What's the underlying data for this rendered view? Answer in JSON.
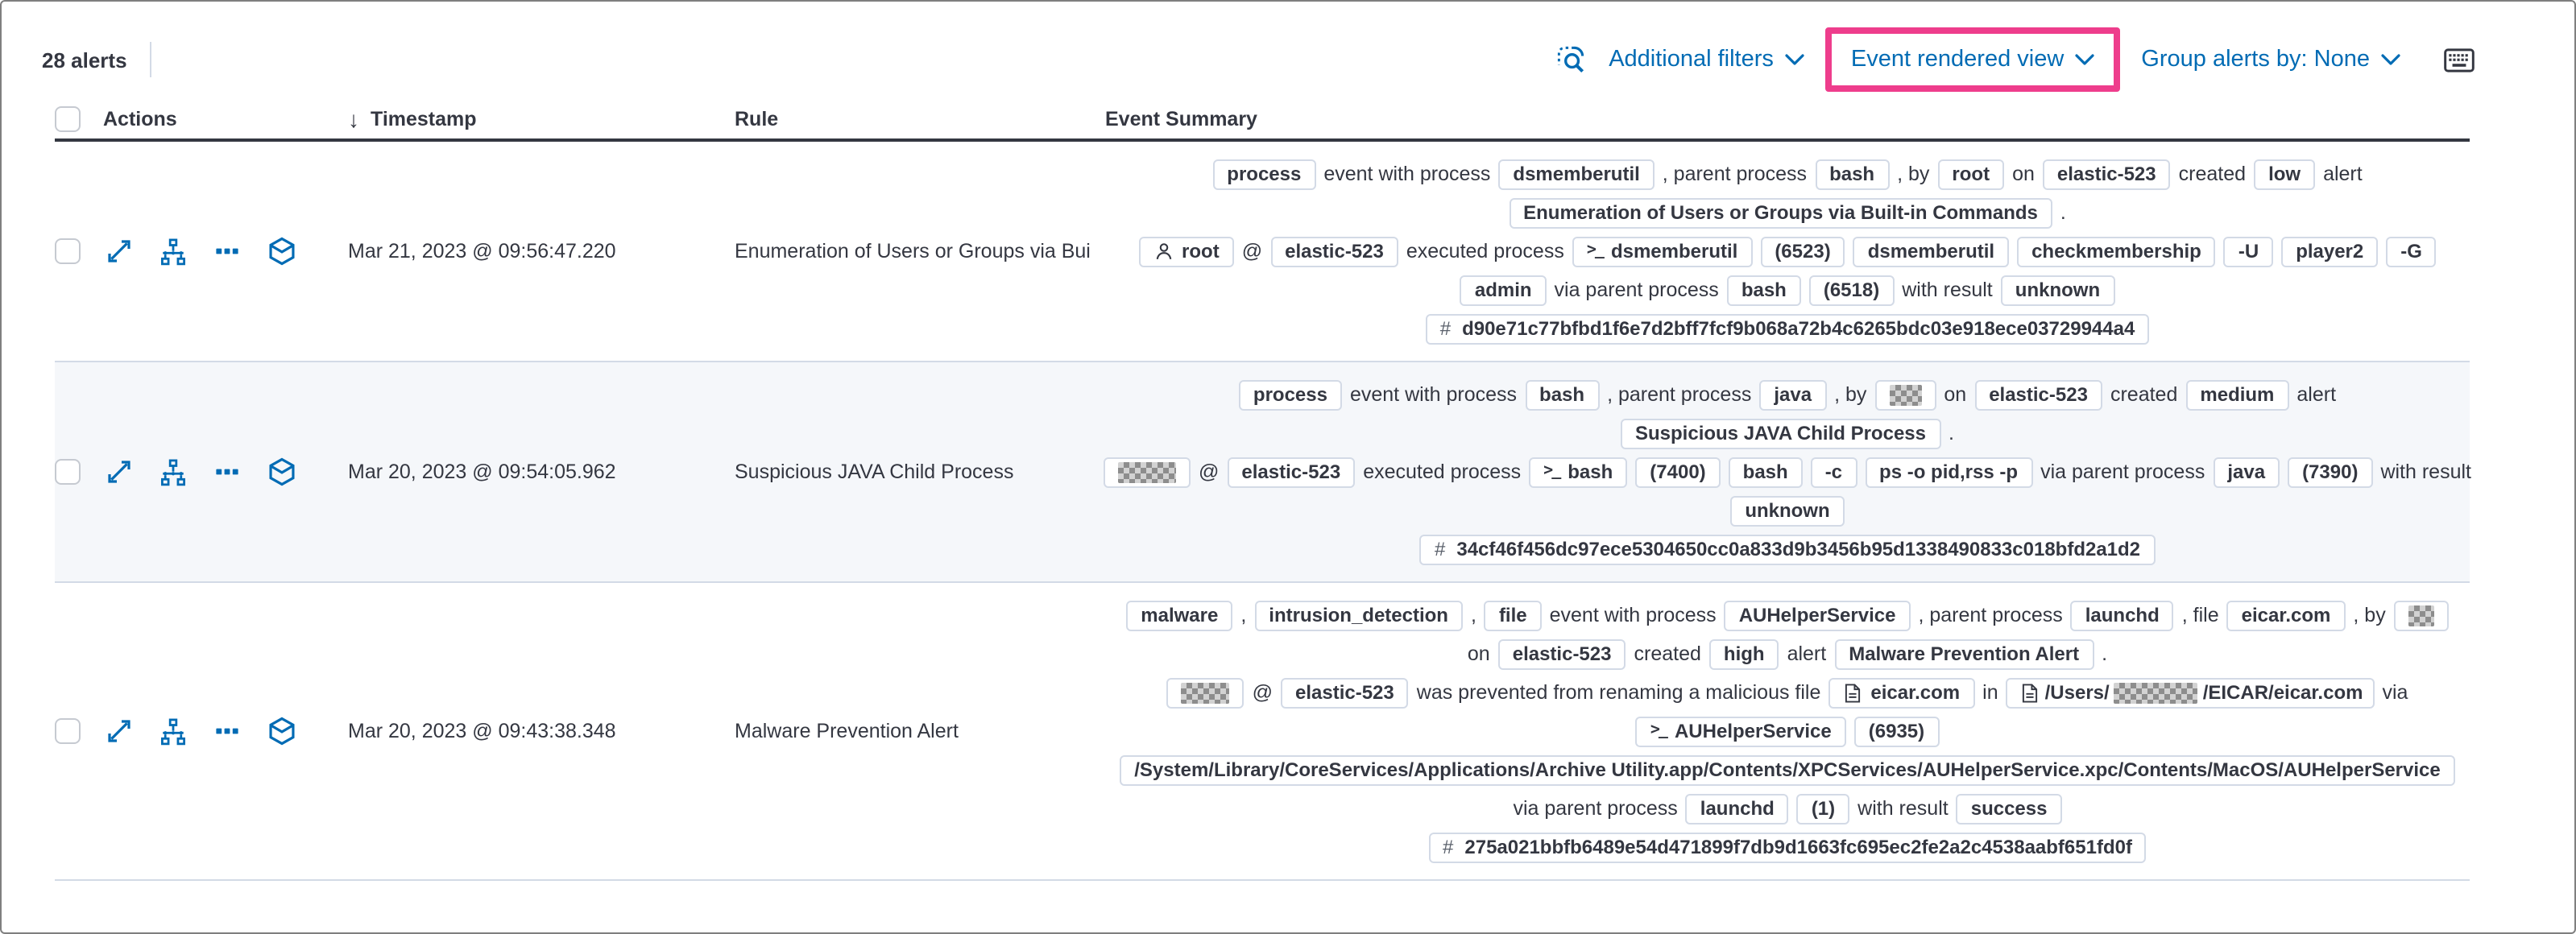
{
  "utility_bar": {
    "alert_count": "28 alerts",
    "inspect_icon": "inspect-icon",
    "additional_filters_label": "Additional filters",
    "event_rendered_view_label": "Event rendered view",
    "group_alerts_label": "Group alerts by: None",
    "keyboard_icon": "keyboard-shortcuts-icon",
    "link_color": "#006bb4",
    "highlight_color": "#ee3d8c"
  },
  "table": {
    "columns": {
      "actions": "Actions",
      "timestamp": "Timestamp",
      "rule": "Rule",
      "event_summary": "Event Summary"
    },
    "sort": "descending",
    "action_icons": [
      "expand-event",
      "analyze-event",
      "more-actions",
      "open-session-view"
    ],
    "rows": [
      {
        "timestamp": "Mar 21, 2023 @ 09:56:47.220",
        "rule": "Enumeration of Users or Groups via Bui",
        "striped": false,
        "summary_lines": [
          [
            {
              "badge": "process"
            },
            {
              "text": "event with process"
            },
            {
              "badge": "dsmemberutil"
            },
            {
              "text": ", parent process"
            },
            {
              "badge": "bash"
            },
            {
              "text": ", by"
            },
            {
              "badge": "root"
            },
            {
              "text": "on"
            },
            {
              "badge": "elastic-523"
            },
            {
              "text": "created"
            },
            {
              "badge": "low"
            },
            {
              "text": "alert"
            }
          ],
          [
            {
              "badge": "Enumeration of Users or Groups via Built-in Commands"
            },
            {
              "text": "."
            }
          ],
          [
            {
              "badge": "root",
              "icon": "user"
            },
            {
              "text": "@"
            },
            {
              "badge": "elastic-523"
            },
            {
              "text": "executed process"
            },
            {
              "badge": "dsmemberutil",
              "icon": "terminal"
            },
            {
              "badge": "(6523)"
            },
            {
              "badge": "dsmemberutil"
            },
            {
              "badge": "checkmembership"
            },
            {
              "badge": "-U"
            },
            {
              "badge": "player2"
            },
            {
              "badge": "-G"
            }
          ],
          [
            {
              "badge": "admin"
            },
            {
              "text": "via parent process"
            },
            {
              "badge": "bash"
            },
            {
              "badge": "(6518)"
            },
            {
              "text": "with result"
            },
            {
              "badge": "unknown"
            }
          ],
          [
            {
              "badge": "d90e71c77bfbd1f6e7d2bff7fcf9b068a72b4c6265bdc03e918ece03729944a4",
              "icon": "hash"
            }
          ]
        ]
      },
      {
        "timestamp": "Mar 20, 2023 @ 09:54:05.962",
        "rule": "Suspicious JAVA Child Process",
        "striped": true,
        "summary_lines": [
          [
            {
              "badge": "process"
            },
            {
              "text": "event with process"
            },
            {
              "badge": "bash"
            },
            {
              "text": ", parent process"
            },
            {
              "badge": "java"
            },
            {
              "text": ", by"
            },
            {
              "badge_redacted": 20
            },
            {
              "text": "on"
            },
            {
              "badge": "elastic-523"
            },
            {
              "text": "created"
            },
            {
              "badge": "medium"
            },
            {
              "text": "alert"
            }
          ],
          [
            {
              "badge": "Suspicious JAVA Child Process"
            },
            {
              "text": "."
            }
          ],
          [
            {
              "badge_redacted": 36
            },
            {
              "text": "@"
            },
            {
              "badge": "elastic-523"
            },
            {
              "text": "executed process"
            },
            {
              "badge": "bash",
              "icon": "terminal"
            },
            {
              "badge": "(7400)"
            },
            {
              "badge": "bash"
            },
            {
              "badge": "-c"
            },
            {
              "badge": "ps -o pid,rss -p"
            },
            {
              "text": "via parent process"
            },
            {
              "badge": "java"
            },
            {
              "badge": "(7390)"
            },
            {
              "text": "with result"
            }
          ],
          [
            {
              "badge": "unknown"
            }
          ],
          [
            {
              "badge": "34cf46f456dc97ece5304650cc0a833d9b3456b95d1338490833c018bfd2a1d2",
              "icon": "hash"
            }
          ]
        ]
      },
      {
        "timestamp": "Mar 20, 2023 @ 09:43:38.348",
        "rule": "Malware Prevention Alert",
        "striped": false,
        "summary_lines": [
          [
            {
              "badge": "malware"
            },
            {
              "text": ","
            },
            {
              "badge": "intrusion_detection"
            },
            {
              "text": ","
            },
            {
              "badge": "file"
            },
            {
              "text": "event with process"
            },
            {
              "badge": "AUHelperService"
            },
            {
              "text": ", parent process"
            },
            {
              "badge": "launchd"
            },
            {
              "text": ", file"
            },
            {
              "badge": "eicar.com"
            },
            {
              "text": ", by"
            },
            {
              "badge_redacted": 16
            }
          ],
          [
            {
              "text": "on"
            },
            {
              "badge": "elastic-523"
            },
            {
              "text": "created"
            },
            {
              "badge": "high"
            },
            {
              "text": "alert"
            },
            {
              "badge": "Malware Prevention Alert"
            },
            {
              "text": "."
            }
          ],
          [
            {
              "badge_redacted": 30
            },
            {
              "text": "@"
            },
            {
              "badge": "elastic-523"
            },
            {
              "text": "was prevented from renaming a malicious file"
            },
            {
              "badge": "eicar.com",
              "icon": "file"
            },
            {
              "text": "in"
            },
            {
              "icon": "file",
              "badge_parts": [
                {
                  "text": "/Users/"
                },
                {
                  "redacted": 52
                },
                {
                  "text": "/EICAR/eicar.com"
                }
              ]
            },
            {
              "text": "via"
            }
          ],
          [
            {
              "badge": "AUHelperService",
              "icon": "terminal"
            },
            {
              "badge": "(6935)"
            }
          ],
          [
            {
              "badge": "/System/Library/CoreServices/Applications/Archive Utility.app/Contents/XPCServices/AUHelperService.xpc/Contents/MacOS/AUHelperService"
            }
          ],
          [
            {
              "text": "via parent process"
            },
            {
              "badge": "launchd"
            },
            {
              "badge": "(1)"
            },
            {
              "text": "with result"
            },
            {
              "badge": "success"
            }
          ],
          [
            {
              "badge": "275a021bbfb6489e54d471899f7db9d1663fc695ec2fe2a2c4538aabf651fd0f",
              "icon": "hash"
            }
          ]
        ]
      }
    ]
  }
}
